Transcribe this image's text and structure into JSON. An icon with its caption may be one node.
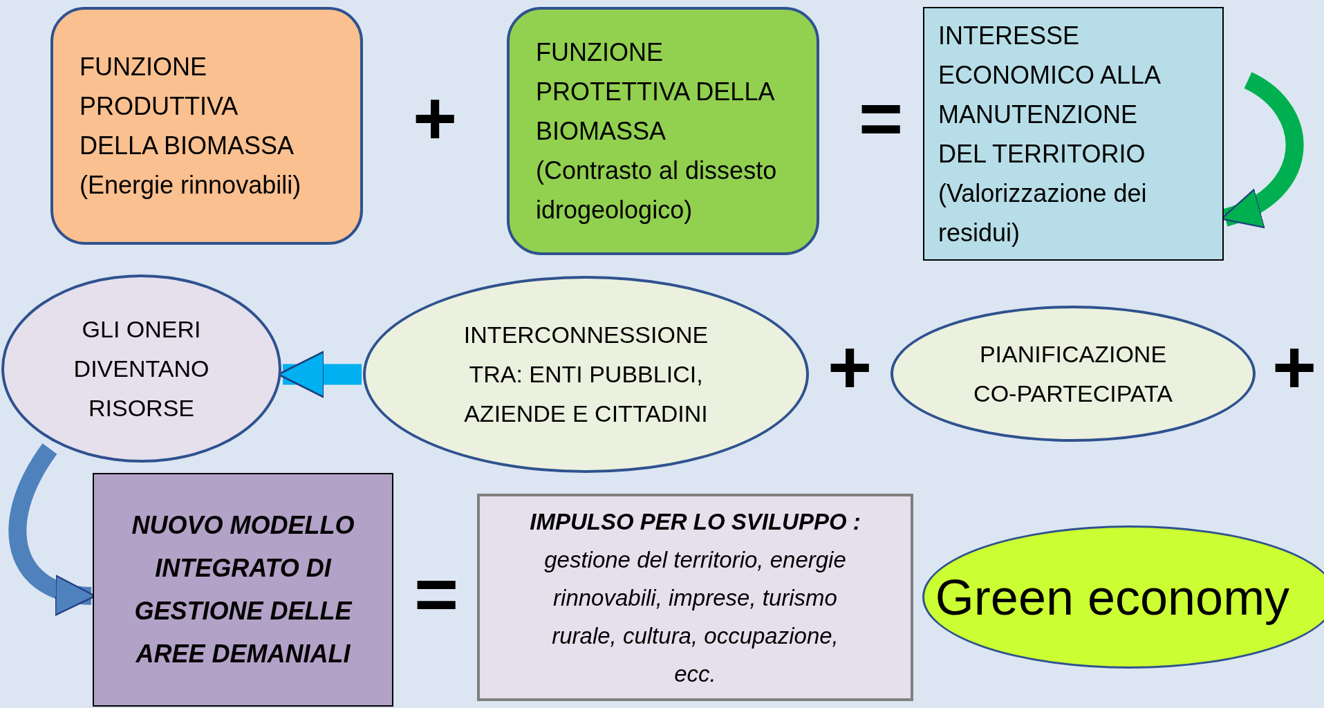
{
  "diagram": {
    "nodes": [
      {
        "text": [
          "FUNZIONE PRODUTTIVA DELLA BIOMASSA (Energie rinnovabili)"
        ]
      },
      {
        "text": [
          "FUNZIONE PROTETTIVA DELLA BIOMASSA (Contrasto al dissesto idrogeologico)"
        ]
      },
      {
        "text": [
          "INTERESSE ECONOMICO ALLA MANUTENZIONE DEL TERRITORIO (Valorizzazione dei residui)"
        ]
      },
      {
        "text": [
          "GLI ONERI DIVENTANO RISORSE"
        ]
      },
      {
        "text": [
          "INTERCONNESSIONE TRA: ENTI PUBBLICI, AZIENDE E CITTADINI"
        ]
      },
      {
        "text": [
          "PIANIFICAZIONE CO-PARTECIPATA"
        ]
      },
      {
        "text": [
          "NUOVO MODELLO INTEGRATO DI GESTIONE DELLE AREE DEMANIALI"
        ]
      },
      {
        "text": [
          "IMPULSO PER LO SVILUPPO :",
          "gestione del territorio, energie rinnovabili, imprese, turismo rurale, cultura, occupazione, ecc."
        ]
      },
      {
        "text": [
          "Green economy"
        ]
      }
    ],
    "edges": [
      {
        "from": null,
        "to": 2,
        "arrow": "to",
        "color": "#00b050"
      },
      {
        "from": 4,
        "to": 3,
        "arrow": "to",
        "color": "#00b0f0"
      },
      {
        "from": 3,
        "to": 6,
        "arrow": "to",
        "color": "#4f81bd"
      }
    ],
    "labels": [
      "+",
      "=",
      "+",
      "+",
      "="
    ]
  }
}
